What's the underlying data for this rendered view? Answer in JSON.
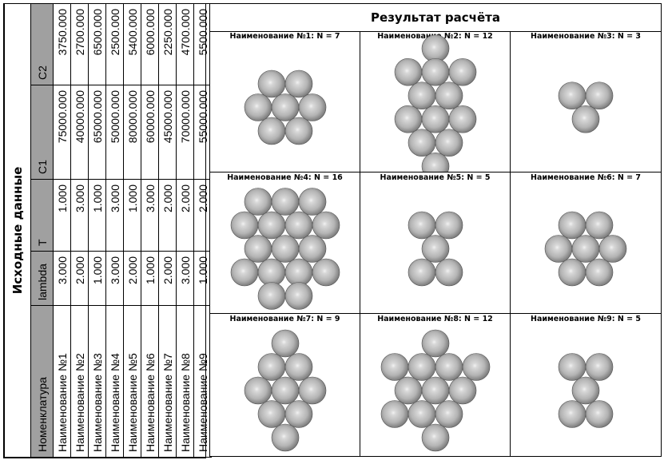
{
  "input_table": {
    "title": "Исходные данные",
    "headers": [
      "Номенклатура",
      "lambda",
      "T",
      "C1",
      "C2"
    ],
    "rows": [
      [
        "Наименование №1",
        "3.000",
        "1.000",
        "75000.000",
        "3750.000"
      ],
      [
        "Наименование №2",
        "2.000",
        "3.000",
        "40000.000",
        "2700.000"
      ],
      [
        "Наименование №3",
        "1.000",
        "1.000",
        "65000.000",
        "6500.000"
      ],
      [
        "Наименование №4",
        "3.000",
        "3.000",
        "50000.000",
        "2500.000"
      ],
      [
        "Наименование №5",
        "2.000",
        "1.000",
        "80000.000",
        "5400.000"
      ],
      [
        "Наименование №6",
        "1.000",
        "3.000",
        "60000.000",
        "6000.000"
      ],
      [
        "Наименование №7",
        "2.000",
        "2.000",
        "45000.000",
        "2250.000"
      ],
      [
        "Наименование №8",
        "3.000",
        "2.000",
        "70000.000",
        "4700.000"
      ],
      [
        "Наименование №9",
        "1.000",
        "2.000",
        "55000.000",
        "5500.000"
      ]
    ]
  },
  "results": {
    "title": "Результат расчёта",
    "cells": [
      {
        "label": "Наименование №1: N = 7",
        "n": 7
      },
      {
        "label": "Наименование №2: N = 12",
        "n": 12
      },
      {
        "label": "Наименование №3: N = 3",
        "n": 3
      },
      {
        "label": "Наименование №4: N = 16",
        "n": 16
      },
      {
        "label": "Наименование №5: N =  5",
        "n": 5
      },
      {
        "label": "Наименование №6: N = 7",
        "n": 7
      },
      {
        "label": "Наименование №7: N =  9",
        "n": 9
      },
      {
        "label": "Наименование №8: N = 12",
        "n": 12
      },
      {
        "label": "Наименование №9: N = 5",
        "n": 5
      }
    ]
  },
  "colors": {
    "header_bg": "#a0a0a0",
    "sphere_light": "#f2f2f2",
    "sphere_mid": "#b4b4b4",
    "sphere_dark": "#6e6e6e"
  }
}
